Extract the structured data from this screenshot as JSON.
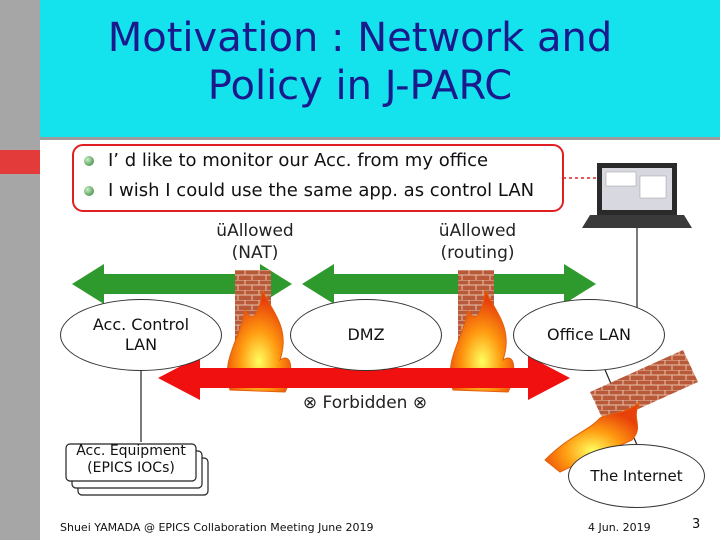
{
  "slide": {
    "title_line1": "Motivation : Network and",
    "title_line2": "Policy in J-PARC",
    "bullets": [
      "I’ d like to monitor our Acc. from my office",
      "I wish I could use the same app. as control LAN"
    ],
    "allowed_nat": {
      "line1": "üAllowed",
      "line2": "(NAT)"
    },
    "allowed_routing": {
      "line1": "üAllowed",
      "line2": "(routing)"
    },
    "nodes": {
      "acc_control_lan_line1": "Acc. Control",
      "acc_control_lan_line2": "LAN",
      "dmz": "DMZ",
      "office_lan": "Office LAN",
      "acc_equipment_line1": "Acc. Equipment",
      "acc_equipment_line2": "(EPICS IOCs)",
      "internet": "The Internet"
    },
    "forbidden": "⊗ Forbidden ⊗",
    "footer": {
      "author": "Shuei YAMADA @ EPICS Collaboration Meeting June 2019",
      "date": "4 Jun. 2019",
      "page": "3"
    }
  },
  "colors": {
    "header": "#14e3ee",
    "title": "#1a1a8c",
    "allowed_arrow": "#2e9a2e",
    "forbidden_arrow": "#f01010",
    "firewall_brick": "#b85a3a"
  }
}
